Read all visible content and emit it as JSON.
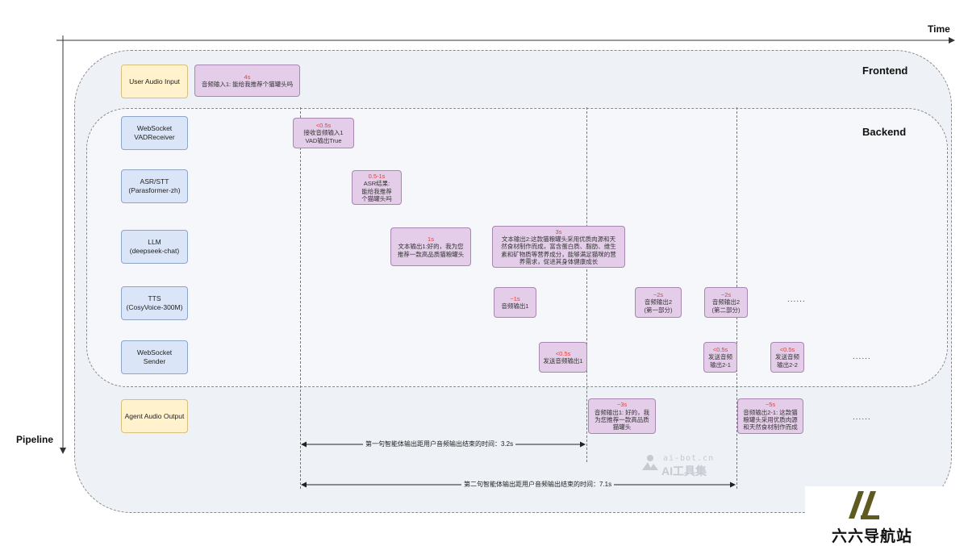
{
  "axes": {
    "time": "Time",
    "pipeline": "Pipeline"
  },
  "regions": {
    "frontend": "Frontend",
    "backend": "Backend"
  },
  "lanes": {
    "user_audio_input": [
      "User Audio Input"
    ],
    "ws_vad": [
      "WebSocket",
      "VADReceiver"
    ],
    "asr": [
      "ASR/STT",
      "(Parasformer-zh)"
    ],
    "llm": [
      "LLM",
      "(deepseek-chat)"
    ],
    "tts": [
      "TTS",
      "(CosyVoice-300M)"
    ],
    "ws_sender": [
      "WebSocket",
      "Sender"
    ],
    "agent_output": [
      "Agent Audio Output"
    ]
  },
  "events": {
    "audio_input_1": {
      "time": "4s",
      "text": [
        "音频输入1: 能给我推荐个猫罐头吗"
      ]
    },
    "vad_receive": {
      "time": "<0.5s",
      "text": [
        "接收音频输入1",
        "VAD输出True"
      ]
    },
    "asr_result": {
      "time": "0.5-1s",
      "text": [
        "ASR结果:",
        "能给我推荐",
        "个猫罐头吗"
      ]
    },
    "llm_out_1": {
      "time": "1s",
      "text": [
        "文本输出1:好的，我为您",
        "推荐一款高品质猫粮罐头"
      ]
    },
    "llm_out_2": {
      "time": "3s",
      "text": [
        "文本输出2:这款猫粮罐头采用优质肉源和天",
        "然食材制作而成，富含蛋白质、脂肪、维生",
        "素和矿物质等营养成分，能够满足猫咪的营",
        "养需求，促进其身体健康成长"
      ]
    },
    "tts_out_1": {
      "time": "~1s",
      "text": [
        "音频输出1"
      ]
    },
    "tts_out_2a": {
      "time": "~2s",
      "text": [
        "音频输出2",
        "(第一部分)"
      ]
    },
    "tts_out_2b": {
      "time": "~2s",
      "text": [
        "音频输出2",
        "(第二部分)"
      ]
    },
    "send_1": {
      "time": "<0.5s",
      "text": [
        "发送音频输出1"
      ]
    },
    "send_2_1": {
      "time": "<0.5s",
      "text": [
        "发送音频",
        "输出2-1"
      ]
    },
    "send_2_2": {
      "time": "<0.5s",
      "text": [
        "发送音频",
        "输出2-2"
      ]
    },
    "agent_out_1": {
      "time": "~3s",
      "text": [
        "音频输出1: 好的，我",
        "为您推荐一款高品质",
        "猫罐头"
      ]
    },
    "agent_out_2": {
      "time": "~5s",
      "text": [
        "音频输出2-1: 这款猫",
        "粮罐头采用优质肉源",
        "和天然食材制作而成"
      ]
    }
  },
  "ellipsis": "......",
  "spans": {
    "first": "第一句智能体输出距用户音频输出结束的时间：3.2s",
    "second": "第二句智能体输出距用户音频输出结束的时间：7.1s"
  },
  "watermark": {
    "line1": "ai-bot.cn",
    "line2": "AI工具集"
  },
  "logo": {
    "text": "六六导航站"
  },
  "colors": {
    "lane_blue": "#dae6f8",
    "lane_yellow": "#fff2cc",
    "event_purple": "#e3cde8",
    "time_red": "#e0413b"
  }
}
